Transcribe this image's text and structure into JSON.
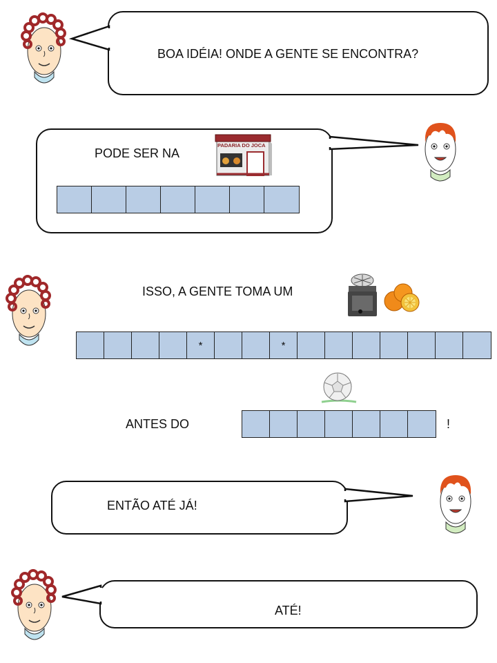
{
  "colors": {
    "cell_fill": "#b9cde5",
    "hair_curly": "#a0282a",
    "hair_straight": "#e0521c",
    "skin": "#fde3c4"
  },
  "dialogue": {
    "line1": "BOA IDÉIA! ONDE A GENTE SE ENCONTRA?",
    "line2": "PODE SER NA",
    "line3": "ISSO, A GENTE TOMA UM",
    "line4": "ANTES DO",
    "line4_end": "!",
    "line5": "ENTÃO ATÉ JÁ!",
    "line6": "ATÉ!"
  },
  "bakery_sign": "PADARIA DO JOCA",
  "puzzles": {
    "word1": [
      "",
      "",
      "",
      "",
      "",
      "",
      ""
    ],
    "word2": [
      "",
      "",
      "",
      "",
      "*",
      "",
      "",
      "*",
      "",
      "",
      "",
      "",
      "",
      "",
      ""
    ],
    "word3": [
      "",
      "",
      "",
      "",
      "",
      "",
      ""
    ]
  },
  "icons": [
    "curly-hair-girl-icon",
    "redhead-boy-icon",
    "bakery-icon",
    "juicer-icon",
    "oranges-icon",
    "soccer-ball-icon"
  ]
}
